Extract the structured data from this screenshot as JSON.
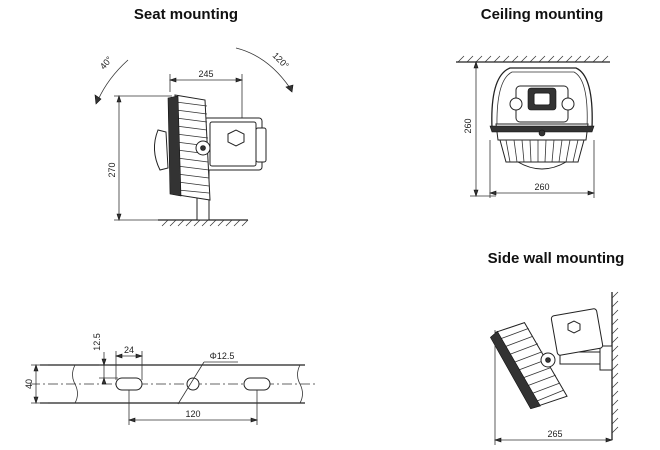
{
  "titles": {
    "seat": "Seat mounting",
    "ceiling": "Ceiling mounting",
    "side_wall": "Side wall mounting"
  },
  "seat_dims": {
    "angle_left": "40°",
    "angle_right": "120°",
    "width": "245",
    "height": "270"
  },
  "ceiling_dims": {
    "height": "260",
    "width": "260"
  },
  "side_wall_dims": {
    "width": "265"
  },
  "plate_dims": {
    "height": "40",
    "slot_offset": "12.5",
    "slot_width": "24",
    "hole_diameter": "Φ12.5",
    "slot_spacing": "120"
  }
}
